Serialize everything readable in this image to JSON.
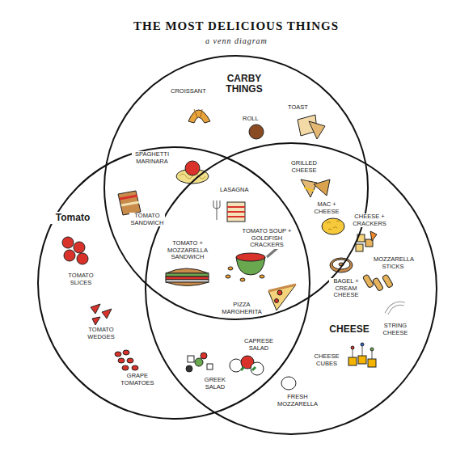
{
  "diagram": {
    "title": "THE MOST DELICIOUS THINGS",
    "nodes": [
      {
        "text": [
          "CARBY THINGS"
        ]
      },
      {
        "text": [
          "Tomato"
        ]
      },
      {
        "text": [
          "CHEESE"
        ]
      }
    ],
    "edges": [],
    "labels": [
      "a venn diagram",
      "CROISSANT",
      "ROLL",
      "TOAST",
      "SPAGHETTI MARINARA",
      "TOMATO SANDWICH",
      "LASAGNA",
      "GRILLED CHEESE",
      "MAC + CHEESE",
      "CHEESE + CRACKERS",
      "TOMATO + MOZZARELLA SANDWICH",
      "TOMATO SOUP + GOLDFISH CRACKERS",
      "BAGEL + CREAM CHEESE",
      "MOZZARELLA STICKS",
      "PIZZA MARGHERITA",
      "TOMATO SLICES",
      "TOMATO WEDGES",
      "GRAPE TOMATOES",
      "STRING CHEESE",
      "CHEESE CUBES",
      "CAPRESE SALAD",
      "GREEK SALAD",
      "FRESH MOZZARELLA"
    ]
  }
}
